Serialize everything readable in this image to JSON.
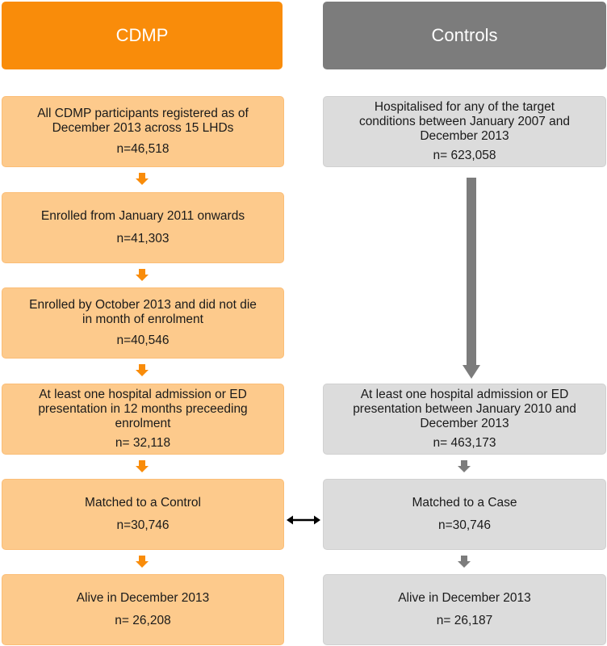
{
  "headers": {
    "left": "CDMP",
    "right": "Controls"
  },
  "left_boxes": [
    {
      "lines": [
        "All CDMP participants registered as of",
        "December 2013 across 15 LHDs"
      ],
      "count": "n=46,518"
    },
    {
      "lines": [
        "Enrolled from January 2011 onwards"
      ],
      "count": "n=41,303"
    },
    {
      "lines": [
        "Enrolled by October 2013 and did not die",
        "in month of enrolment"
      ],
      "count": "n=40,546"
    },
    {
      "lines": [
        "At least one hospital admission or ED",
        "presentation in 12 months preceeding",
        "enrolment"
      ],
      "count": "n= 32,118"
    },
    {
      "lines": [
        "Matched to a Control"
      ],
      "count": "n=30,746"
    },
    {
      "lines": [
        "Alive in December 2013"
      ],
      "count": "n= 26,208"
    }
  ],
  "right_boxes": [
    {
      "lines": [
        "Hospitalised for any of the target",
        "conditions between January 2007 and",
        "December 2013"
      ],
      "count": "n= 623,058"
    },
    {
      "lines": [
        "At least one hospital admission or ED",
        "presentation between January 2010 and",
        "December 2013"
      ],
      "count": "n= 463,173"
    },
    {
      "lines": [
        "Matched to a Case"
      ],
      "count": "n=30,746"
    },
    {
      "lines": [
        "Alive in December 2013"
      ],
      "count": "n= 26,187"
    }
  ],
  "colors": {
    "orange_header": "#f98c0a",
    "orange_box": "#fdca8c",
    "orange_arrow": "#f98c0a",
    "gray_header": "#7c7c7c",
    "gray_box": "#dcdcdc",
    "gray_arrow": "#7c7c7c",
    "link_arrow": "#000000"
  }
}
